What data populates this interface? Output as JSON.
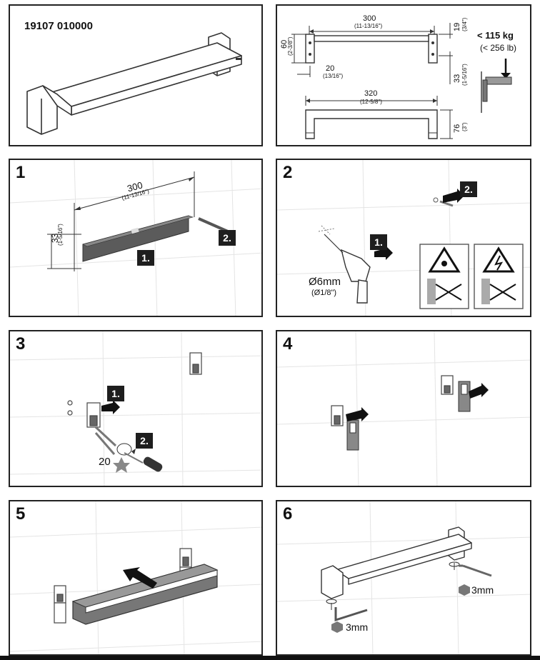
{
  "product": {
    "code": "19107 010000"
  },
  "dimensions": {
    "width_top": "300",
    "width_top_in": "(11-13/16\")",
    "height_bracket": "60",
    "height_bracket_in": "(2-3/8\")",
    "top_offset": "19",
    "top_offset_in": "(3/4\")",
    "side_offset": "20",
    "side_offset_in": "(13/16\")",
    "hole_offset": "33",
    "hole_offset_in": "(1-5/16\")",
    "width_bar": "320",
    "width_bar_in": "(12-5/8\")",
    "depth": "76",
    "depth_in": "(3\")"
  },
  "load": {
    "max_kg": "< 115 kg",
    "max_lb": "(< 256 lb)"
  },
  "steps": [
    {
      "number": "1",
      "width": "300",
      "width_in": "(11-13/16\")",
      "height": "33",
      "height_in": "(1-5/16\")",
      "tags": [
        "1.",
        "2."
      ]
    },
    {
      "number": "2",
      "drill": "Ø6mm",
      "drill_in": "(Ø1/8\")",
      "tags": [
        "1.",
        "2."
      ]
    },
    {
      "number": "3",
      "torx": "20",
      "tags": [
        "1.",
        "2."
      ]
    },
    {
      "number": "4"
    },
    {
      "number": "5"
    },
    {
      "number": "6",
      "hex_right": "3mm",
      "hex_left": "3mm"
    }
  ]
}
